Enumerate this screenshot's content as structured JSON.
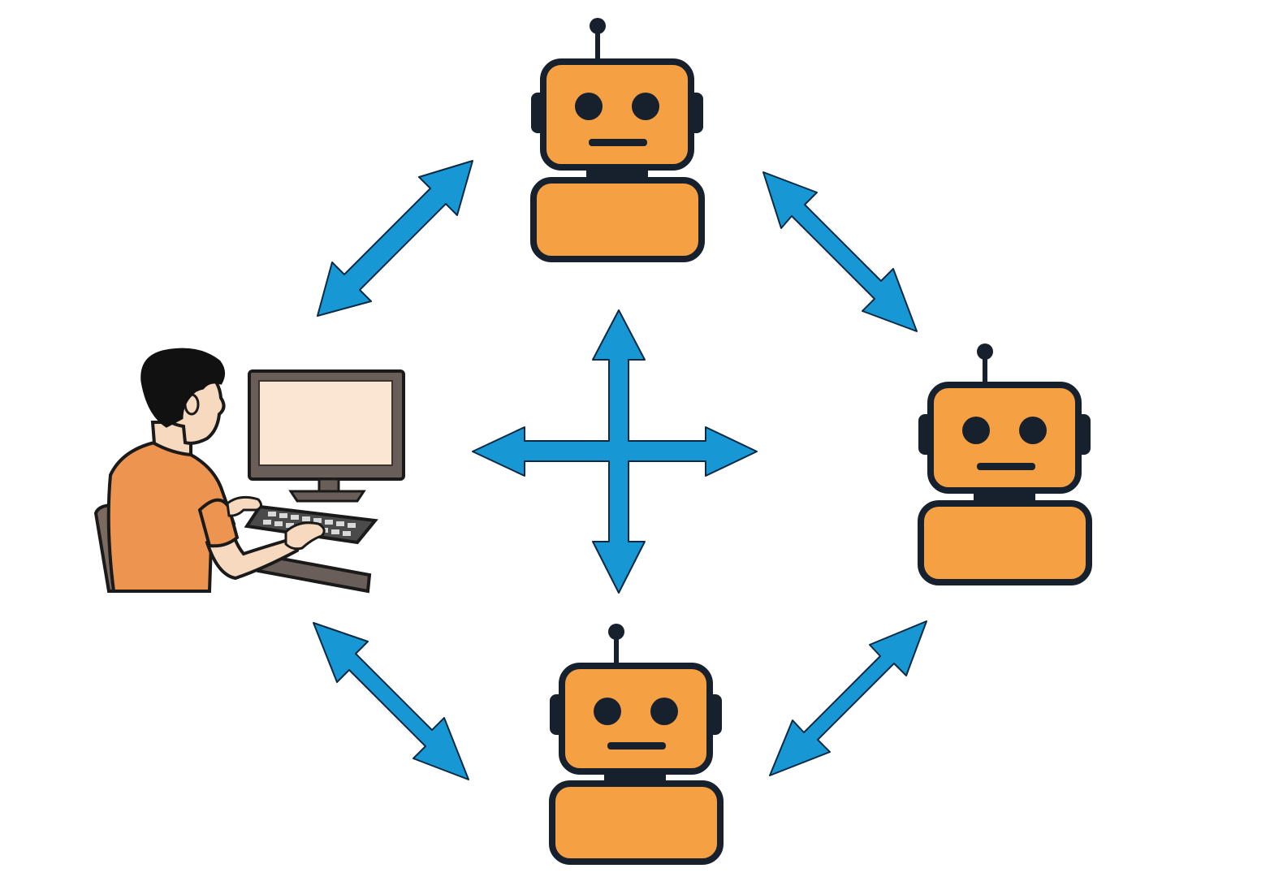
{
  "diagram": {
    "colors": {
      "background": "#ffffff",
      "arrow_fill": "#1798d5",
      "arrow_stroke": "#0a2a44",
      "robot_fill": "#f6a044",
      "robot_outline": "#17212d",
      "shirt": "#ec9450",
      "skin": "#f7d9c0",
      "hair": "#111111",
      "monitor_frame": "#6a5e58",
      "monitor_screen": "#fbe6d1",
      "chair": "#7a6a60",
      "keyboard": "#4a4a4a"
    },
    "nodes": [
      {
        "id": "human",
        "kind": "human-at-computer",
        "icon": "person-at-computer-icon"
      },
      {
        "id": "robot-top",
        "kind": "robot",
        "icon": "robot-icon"
      },
      {
        "id": "robot-right",
        "kind": "robot",
        "icon": "robot-icon"
      },
      {
        "id": "robot-bottom",
        "kind": "robot",
        "icon": "robot-icon"
      }
    ],
    "edges": [
      {
        "from": "human",
        "to": "robot-top",
        "style": "double-arrow"
      },
      {
        "from": "robot-top",
        "to": "robot-right",
        "style": "double-arrow"
      },
      {
        "from": "robot-right",
        "to": "robot-bottom",
        "style": "double-arrow"
      },
      {
        "from": "robot-bottom",
        "to": "human",
        "style": "double-arrow"
      }
    ],
    "center": {
      "icon": "four-way-arrow-icon"
    }
  }
}
